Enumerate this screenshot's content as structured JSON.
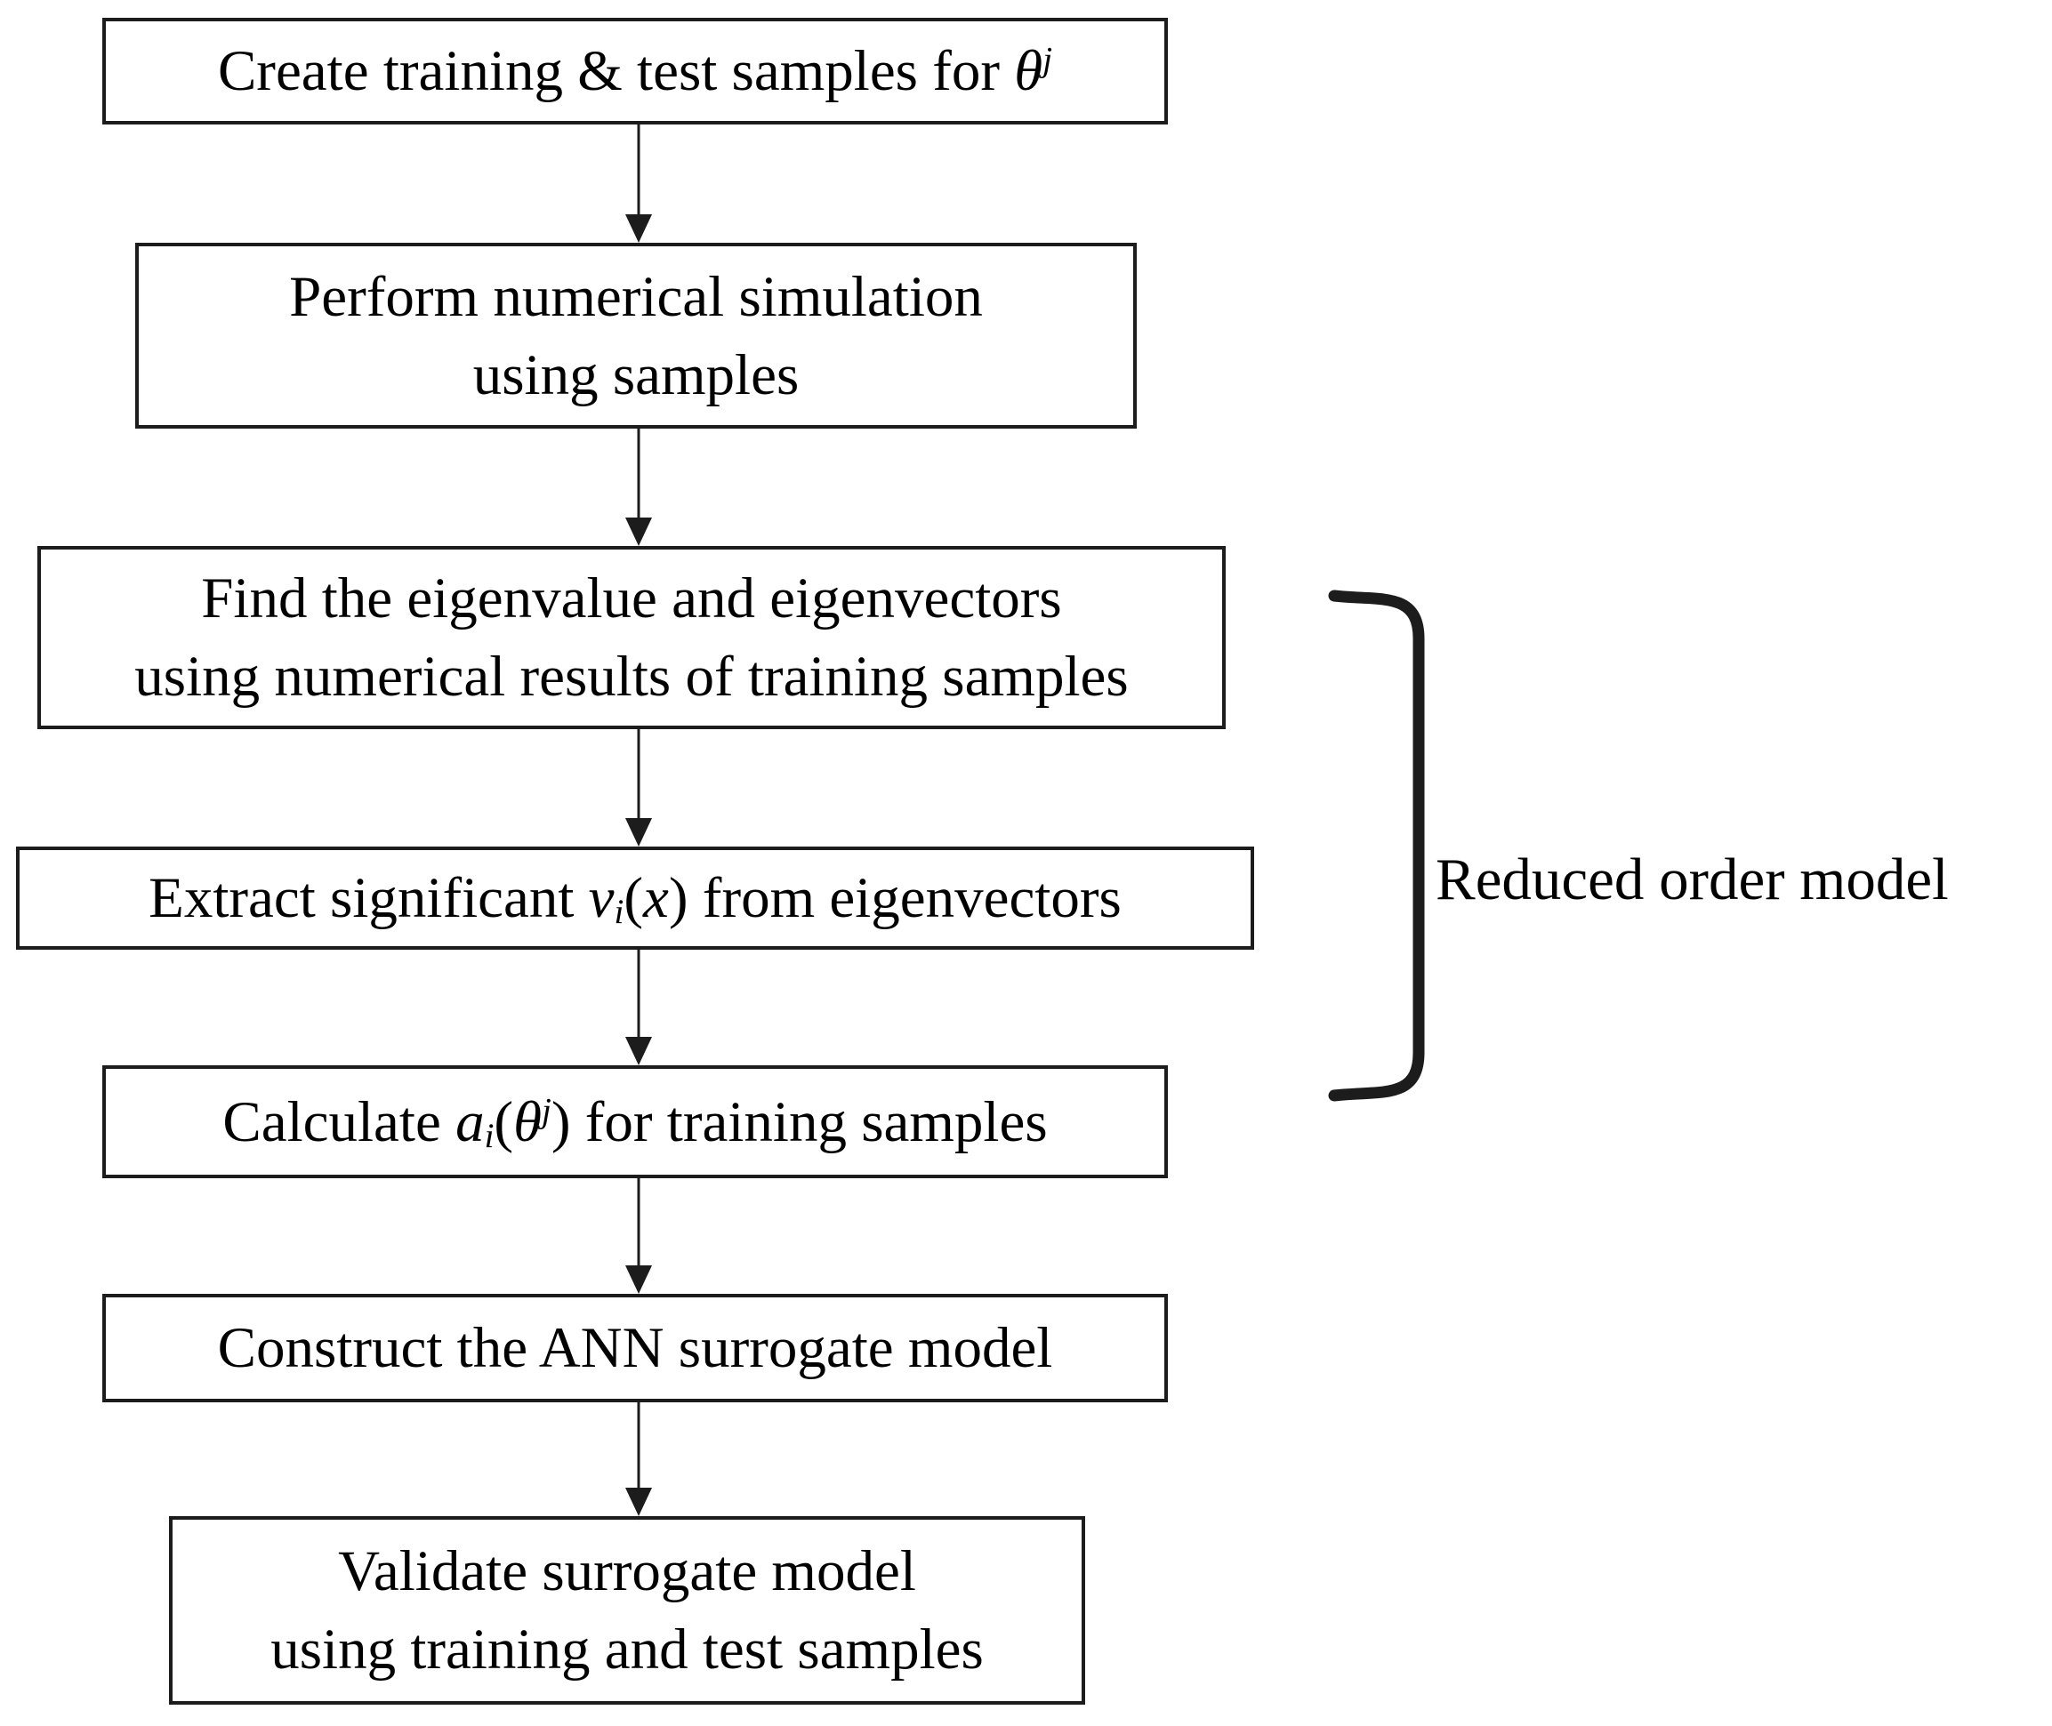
{
  "diagram": {
    "type": "flowchart",
    "direction": "top-down",
    "nodes": [
      {
        "id": "create-samples",
        "lines": [
          [
            {
              "t": "Create training & test samples for "
            },
            {
              "t": "θ",
              "s": "it"
            },
            {
              "t": "j",
              "s": "sup"
            }
          ]
        ]
      },
      {
        "id": "perform-simulation",
        "lines": [
          [
            {
              "t": "Perform numerical simulation"
            }
          ],
          [
            {
              "t": "using samples"
            }
          ]
        ]
      },
      {
        "id": "find-eigen",
        "lines": [
          [
            {
              "t": "Find the eigenvalue and eigenvectors"
            }
          ],
          [
            {
              "t": "using numerical results of training samples"
            }
          ]
        ]
      },
      {
        "id": "extract-modes",
        "lines": [
          [
            {
              "t": "Extract significant "
            },
            {
              "t": "v",
              "s": "it"
            },
            {
              "t": "i",
              "s": "sub"
            },
            {
              "t": "("
            },
            {
              "t": "x",
              "s": "it"
            },
            {
              "t": ")"
            },
            {
              "t": " from eigenvectors"
            }
          ]
        ]
      },
      {
        "id": "calc-coefficients",
        "lines": [
          [
            {
              "t": "Calculate "
            },
            {
              "t": "a",
              "s": "it"
            },
            {
              "t": "i",
              "s": "sub"
            },
            {
              "t": "("
            },
            {
              "t": "θ",
              "s": "it"
            },
            {
              "t": "j",
              "s": "sup"
            },
            {
              "t": ") for training samples"
            }
          ]
        ]
      },
      {
        "id": "construct-ann",
        "lines": [
          [
            {
              "t": "Construct the ANN surrogate model"
            }
          ]
        ]
      },
      {
        "id": "validate-model",
        "lines": [
          [
            {
              "t": "Validate surrogate model"
            }
          ],
          [
            {
              "t": "using training and test samples"
            }
          ]
        ]
      }
    ],
    "edges": [
      {
        "from": "create-samples",
        "to": "perform-simulation"
      },
      {
        "from": "perform-simulation",
        "to": "find-eigen"
      },
      {
        "from": "find-eigen",
        "to": "extract-modes"
      },
      {
        "from": "extract-modes",
        "to": "calc-coefficients"
      },
      {
        "from": "calc-coefficients",
        "to": "construct-ann"
      },
      {
        "from": "construct-ann",
        "to": "validate-model"
      }
    ],
    "annotation": {
      "label": "Reduced order model",
      "bracket_side": "right",
      "spans_nodes": [
        "find-eigen",
        "extract-modes",
        "calc-coefficients"
      ]
    }
  },
  "colors": {
    "background": "#ffffff",
    "box_fill": "#ffffff",
    "box_border": "#1c1c1c",
    "arrow": "#1c1c1c",
    "text": "#000000"
  }
}
